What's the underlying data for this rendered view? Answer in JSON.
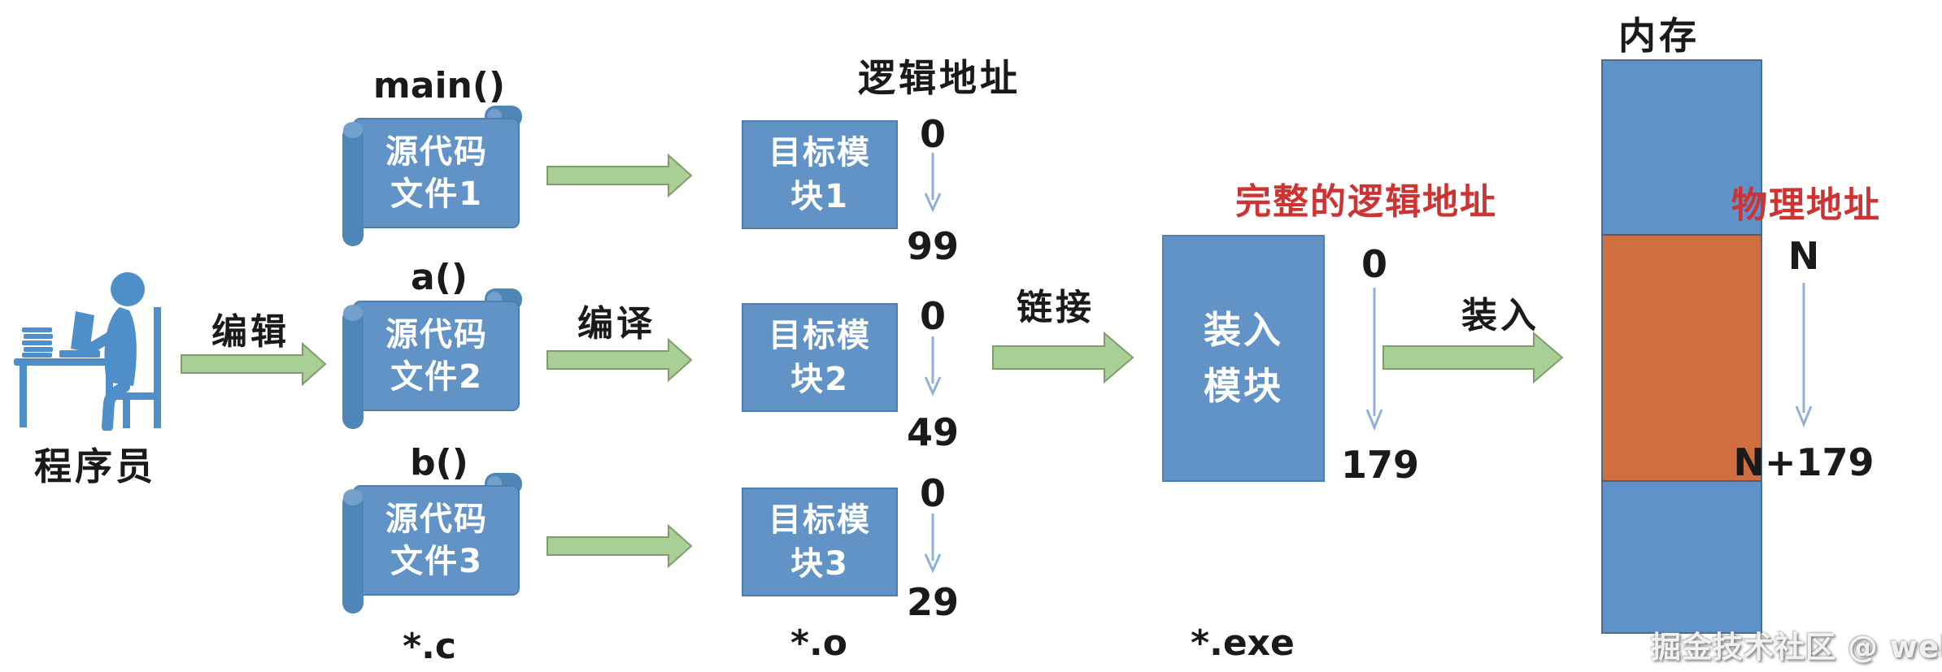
{
  "programmer": {
    "label": "程序员"
  },
  "process_arrows": {
    "edit": "编辑",
    "compile": "编译",
    "link": "链接",
    "load": "装入"
  },
  "source_files": {
    "ext_label": "*.c",
    "items": [
      {
        "fn_label": "main()",
        "line1": "源代码",
        "line2": "文件1"
      },
      {
        "fn_label": "a()",
        "line1": "源代码",
        "line2": "文件2"
      },
      {
        "fn_label": "b()",
        "line1": "源代码",
        "line2": "文件3"
      }
    ]
  },
  "logical_address": {
    "title": "逻辑地址"
  },
  "object_modules": {
    "ext_label": "*.o",
    "items": [
      {
        "line1": "目标模",
        "line2": "块1",
        "addr_start": "0",
        "addr_end": "99"
      },
      {
        "line1": "目标模",
        "line2": "块2",
        "addr_start": "0",
        "addr_end": "49"
      },
      {
        "line1": "目标模",
        "line2": "块3",
        "addr_start": "0",
        "addr_end": "29"
      }
    ]
  },
  "load_module": {
    "ext_label": "*.exe",
    "line1": "装入",
    "line2": "模块",
    "address_title": "完整的逻辑地址",
    "addr_start": "0",
    "addr_end": "179"
  },
  "memory": {
    "title": "内存",
    "address_title": "物理地址",
    "addr_start": "N",
    "addr_end": "N+179"
  },
  "watermark": "掘金技术社区 @ web小张",
  "colors": {
    "box_blue": "#6293C6",
    "box_border": "#4D7FAE",
    "roll_blue": "#4E86B8",
    "memory_blue": "#5E92C8",
    "memory_orange": "#CF6F3F",
    "arrow_green": "#A9CF96",
    "arrow_green_border": "#7E9E6B",
    "red_label": "#CC3333",
    "thin_arrow_blue": "#8FB0D8",
    "icon_blue": "#4E8FC9"
  }
}
